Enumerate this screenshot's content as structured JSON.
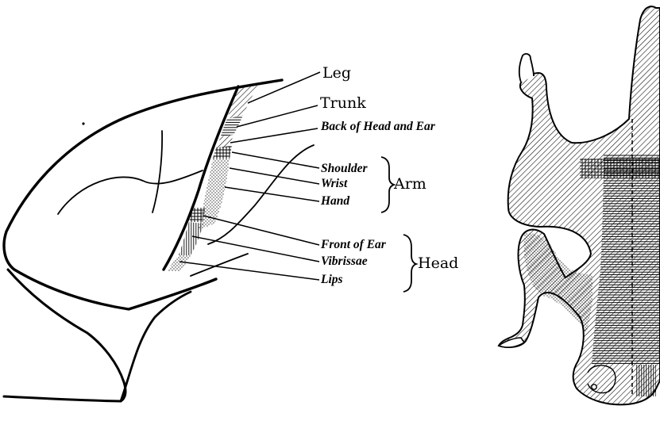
{
  "labels": {
    "leg": "Leg",
    "trunk": "Trunk",
    "back_of_head_and_ear": "Back of Head and Ear",
    "shoulder": "Shoulder",
    "wrist": "Wrist",
    "hand": "Hand",
    "arm": "Arm",
    "front_of_ear": "Front of Ear",
    "vibrissae": "Vibrissae",
    "lips": "Lips",
    "head": "Head"
  }
}
